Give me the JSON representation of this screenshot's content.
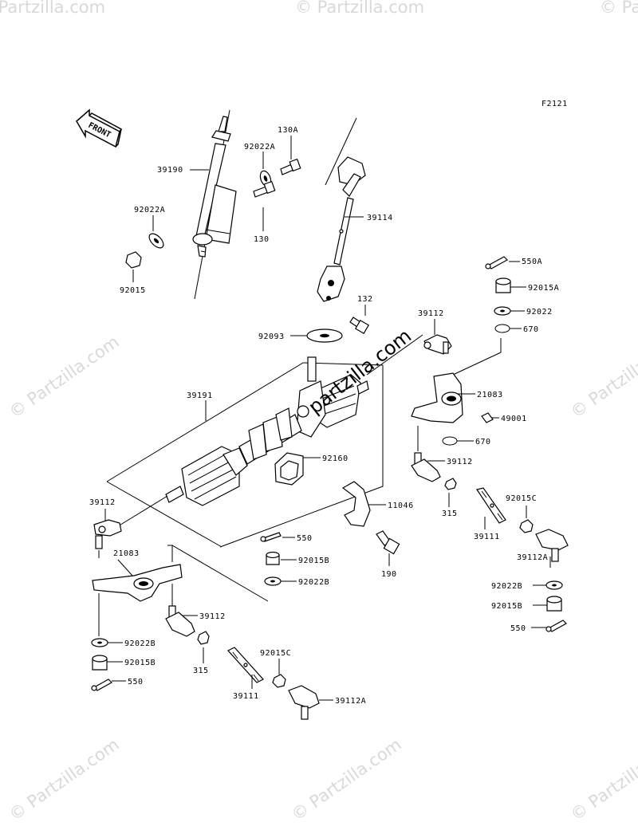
{
  "diagram": {
    "figure_code": "F2121",
    "front_label": "FRONT",
    "watermark_text": "© Partzilla.com",
    "center_watermark": "partzilla.com",
    "labels": {
      "p39190": "39190",
      "p130A": "130A",
      "p92022A_top": "92022A",
      "p92022A_left": "92022A",
      "p130": "130",
      "p92015": "92015",
      "p39114": "39114",
      "p132": "132",
      "p550A": "550A",
      "p92015A": "92015A",
      "p92022": "92022",
      "p670_top": "670",
      "p39112_top": "39112",
      "p92093": "92093",
      "p39191": "39191",
      "p21083_right": "21083",
      "p49001": "49001",
      "p670_bottom": "670",
      "p39112_right": "39112",
      "p92160": "92160",
      "p92015C_right": "92015C",
      "p11046": "11046",
      "p315_right": "315",
      "p39111_right": "39111",
      "p39112A_right": "39112A",
      "p39112_left": "39112",
      "p550_mid": "550",
      "p92015B_mid": "92015B",
      "p190": "190",
      "p21083_left": "21083",
      "p92022B_mid": "92022B",
      "p92022B_right": "92022B",
      "p92015B_right": "92015B",
      "p39112_lower": "39112",
      "p550_right": "550",
      "p92022B_left": "92022B",
      "p92015B_left": "92015B",
      "p550_left": "550",
      "p315_left": "315",
      "p92015C_left": "92015C",
      "p39111_left": "39111",
      "p39112A_left": "39112A"
    }
  }
}
